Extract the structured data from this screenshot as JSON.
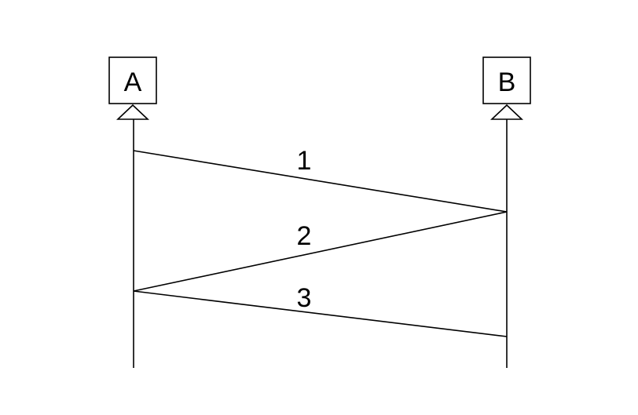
{
  "colors": {
    "background": "#ffffff",
    "stroke": "#000000"
  },
  "participants": [
    {
      "id": "A",
      "label": "A"
    },
    {
      "id": "B",
      "label": "B"
    }
  ],
  "messages": [
    {
      "label": "1",
      "from": "A",
      "to": "B"
    },
    {
      "label": "2",
      "from": "B",
      "to": "A"
    },
    {
      "label": "3",
      "from": "A",
      "to": "B"
    }
  ]
}
